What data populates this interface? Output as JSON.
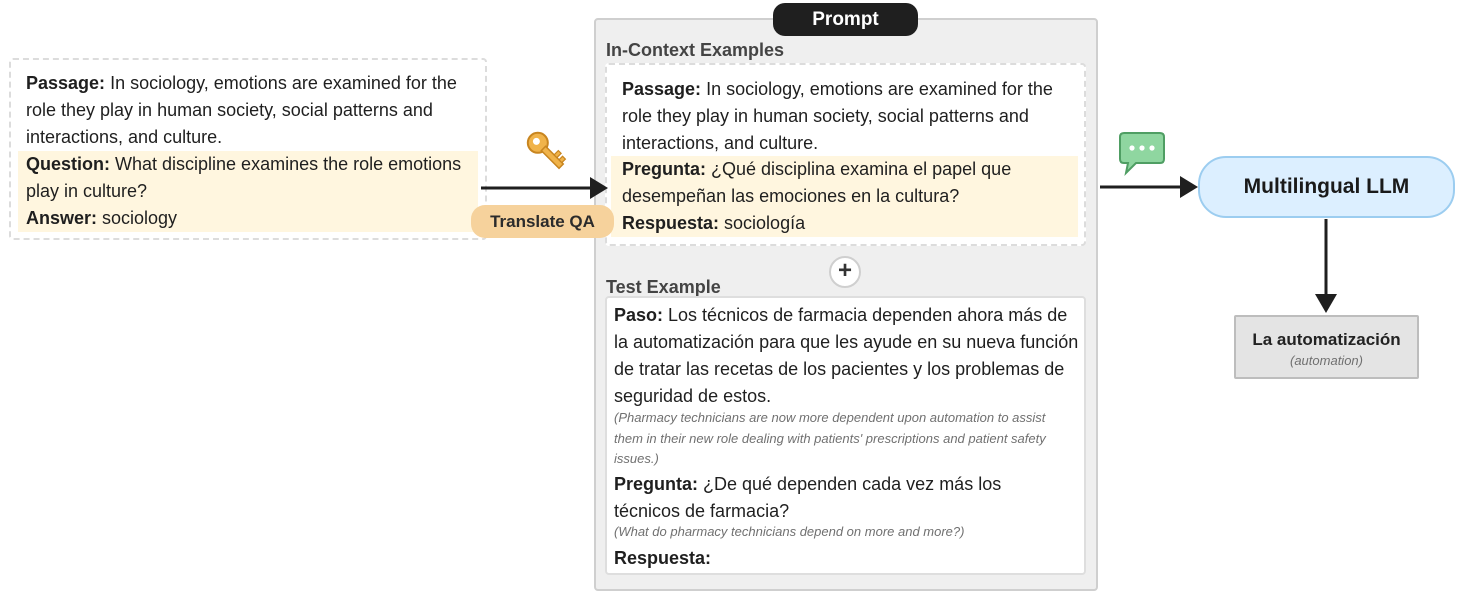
{
  "source": {
    "passage_label": "Passage:",
    "passage_text": " In sociology, emotions are examined for the role they play in human society, social patterns and interactions, and culture.",
    "question_label": "Question:",
    "question_text": " What discipline examines the role emotions play in culture?",
    "answer_label": "Answer:",
    "answer_text": " sociology"
  },
  "translate_label": "Translate QA",
  "icons": {
    "key": "key-icon",
    "speech": "speech-bubble-icon",
    "plus": "plus-icon"
  },
  "prompt": {
    "title": "Prompt",
    "icl_title": "In-Context Examples",
    "icl": {
      "passage_label": "Passage:",
      "passage_text": " In sociology, emotions are examined for the role they play in human society, social patterns and interactions, and culture.",
      "question_label": "Pregunta:",
      "question_text": " ¿Qué disciplina examina el papel que desempeñan las emociones en la cultura?",
      "answer_label": "Respuesta:",
      "answer_text": " sociología"
    },
    "plus": "+",
    "test_title": "Test Example",
    "test": {
      "passage_label": "Paso:",
      "passage_text": " Los técnicos de farmacia dependen ahora más de la automatización para que les ayude en su nueva función de tratar las recetas de los pacientes y los problemas de seguridad de estos.",
      "passage_gloss": "(Pharmacy technicians are now more dependent upon automation to assist them in their new role dealing with patients' prescriptions and patient safety issues.)",
      "question_label": "Pregunta:",
      "question_text": " ¿De qué dependen cada vez más los técnicos de farmacia?",
      "question_gloss": "(What do pharmacy technicians depend on more and more?)",
      "answer_label": "Respuesta:"
    }
  },
  "model": {
    "label": "Multilingual LLM"
  },
  "output": {
    "text": "La automatización",
    "gloss": "(automation)"
  },
  "colors": {
    "highlight": "#fff6df",
    "translate_pill": "#f6d29c",
    "llm_fill": "#dcefff",
    "llm_border": "#9ccdf0",
    "speech_bubble": "#8fd6a0",
    "key": "#f0b34a"
  }
}
